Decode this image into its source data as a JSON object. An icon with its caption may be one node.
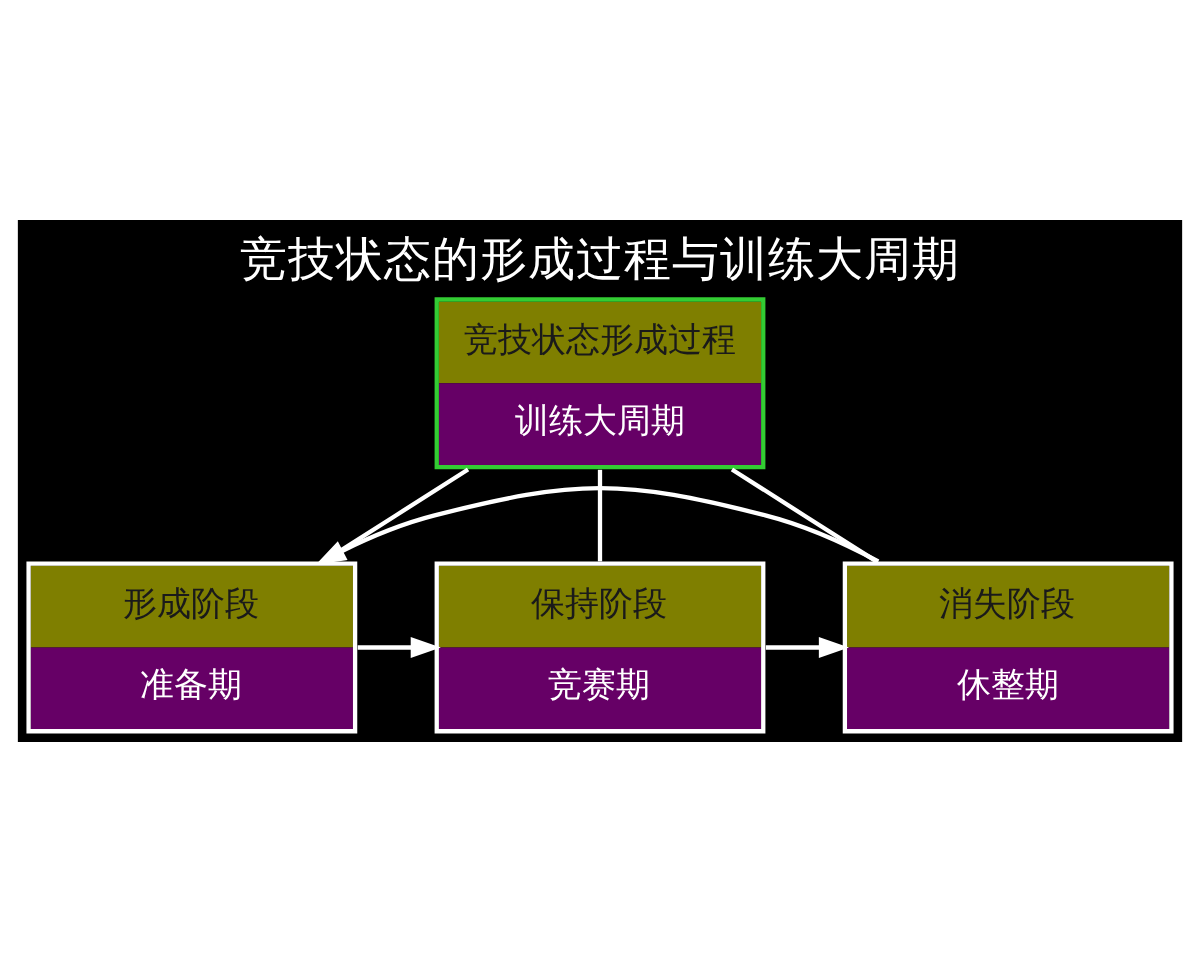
{
  "diagram": {
    "title": "竞技状态的形成过程与训练大周期",
    "nodes": [
      {
        "text": [
          "竞技状态形成过程",
          "训练大周期"
        ]
      },
      {
        "text": [
          "形成阶段",
          "准备期"
        ]
      },
      {
        "text": [
          "保持阶段",
          "竞赛期"
        ]
      },
      {
        "text": [
          "消失阶段",
          "休整期"
        ]
      }
    ],
    "edges": [
      {
        "from": 0,
        "to": 1,
        "arrow": "none"
      },
      {
        "from": 0,
        "to": 2,
        "arrow": "none"
      },
      {
        "from": 0,
        "to": 3,
        "arrow": "none"
      },
      {
        "from": 1,
        "to": 2,
        "arrow": "to"
      },
      {
        "from": 2,
        "to": 3,
        "arrow": "to"
      },
      {
        "from": 3,
        "to": 1,
        "arrow": "to"
      }
    ]
  }
}
